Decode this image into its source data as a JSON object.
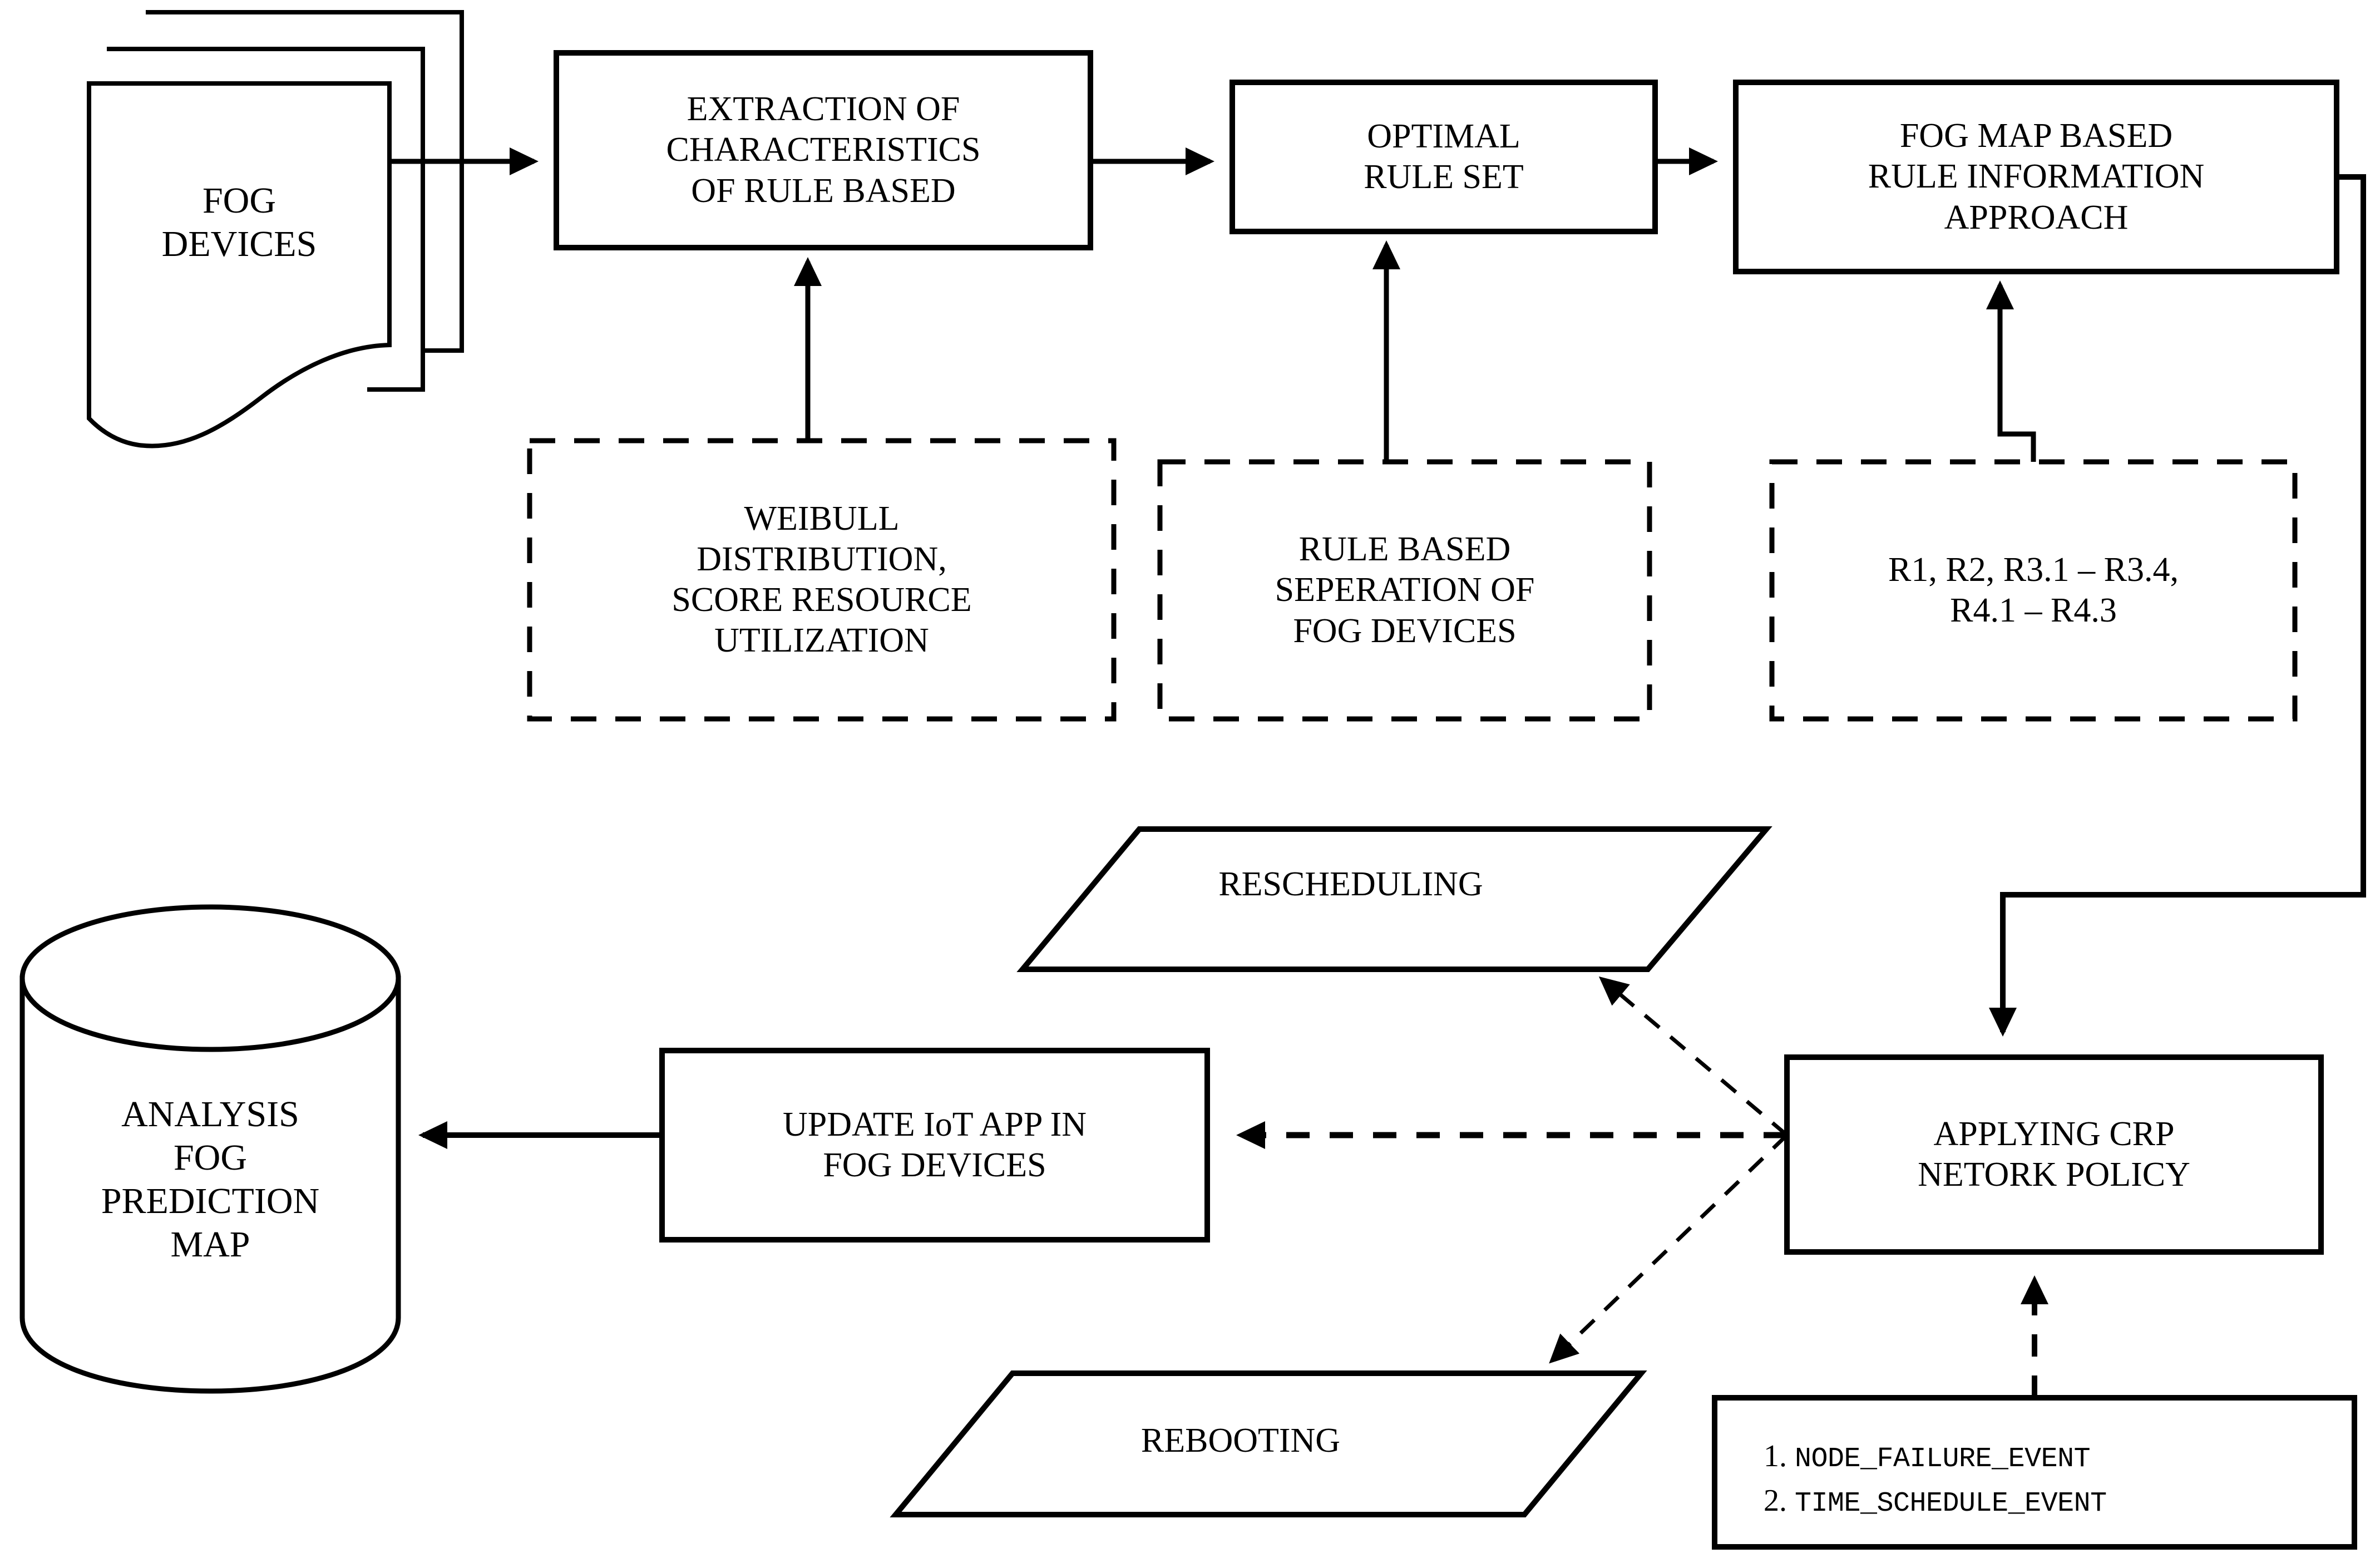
{
  "diagram": {
    "title": "Fog rule-based prediction and CRP network policy flowchart",
    "stroke_color": "#000000",
    "fill_color": "#ffffff",
    "nodes": {
      "fog_devices": {
        "label": "FOG\nDEVICES",
        "shape": "multi-document"
      },
      "extraction": {
        "label": "EXTRACTION OF\nCHARACTERISTICS\nOF RULE BASED",
        "shape": "process"
      },
      "optimal_rule_set": {
        "label": "OPTIMAL\nRULE SET",
        "shape": "process"
      },
      "fog_map": {
        "label": "FOG MAP BASED\nRULE INFORMATION\nAPPROACH",
        "shape": "process"
      },
      "weibull": {
        "label": "WEIBULL\nDISTRIBUTION,\nSCORE RESOURCE\nUTILIZATION",
        "shape": "dashed-note"
      },
      "rule_separation": {
        "label": "RULE BASED\nSEPERATION OF\nFOG DEVICES",
        "shape": "dashed-note"
      },
      "rules": {
        "label": "R1, R2, R3.1 – R3.4,\nR4.1 – R4.3",
        "shape": "dashed-note"
      },
      "rescheduling": {
        "label": "RESCHEDULING",
        "shape": "parallelogram"
      },
      "rebooting": {
        "label": "REBOOTING",
        "shape": "parallelogram"
      },
      "update_iot": {
        "label": "UPDATE IoT APP IN\nFOG DEVICES",
        "shape": "process"
      },
      "applying_crp": {
        "label": "APPLYING CRP\nNETORK POLICY",
        "shape": "process"
      },
      "analysis_map": {
        "label": "ANALYSIS\nFOG\nPREDICTION\nMAP",
        "shape": "database-cylinder"
      },
      "events": {
        "shape": "process",
        "items": [
          {
            "num": "1.",
            "name": "NODE_FAILURE_EVENT"
          },
          {
            "num": "2.",
            "name": "TIME_SCHEDULE_EVENT"
          }
        ]
      }
    },
    "edges": [
      {
        "from": "fog_devices",
        "to": "extraction",
        "style": "solid"
      },
      {
        "from": "extraction",
        "to": "optimal_rule_set",
        "style": "solid"
      },
      {
        "from": "optimal_rule_set",
        "to": "fog_map",
        "style": "solid"
      },
      {
        "from": "weibull",
        "to": "extraction",
        "style": "solid"
      },
      {
        "from": "rule_separation",
        "to": "optimal_rule_set",
        "style": "solid"
      },
      {
        "from": "rules",
        "to": "fog_map",
        "style": "solid"
      },
      {
        "from": "fog_map",
        "to": "applying_crp",
        "style": "solid"
      },
      {
        "from": "applying_crp",
        "to": "rescheduling",
        "style": "dashed"
      },
      {
        "from": "applying_crp",
        "to": "update_iot",
        "style": "dashed"
      },
      {
        "from": "applying_crp",
        "to": "rebooting",
        "style": "dashed"
      },
      {
        "from": "events",
        "to": "applying_crp",
        "style": "dashed"
      },
      {
        "from": "update_iot",
        "to": "analysis_map",
        "style": "solid"
      }
    ]
  }
}
